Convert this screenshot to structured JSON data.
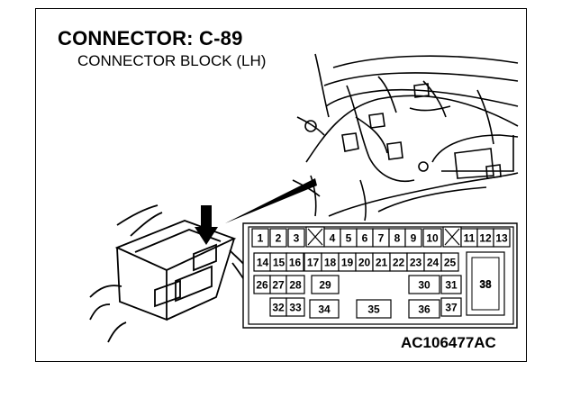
{
  "diagram": {
    "title": "CONNECTOR: C-89",
    "subtitle": "CONNECTOR BLOCK (LH)",
    "figure_id": "AC106477AC",
    "pins": {
      "row1": [
        "1",
        "2",
        "3",
        "4",
        "5",
        "6",
        "7",
        "8",
        "9",
        "10",
        "11",
        "12",
        "13"
      ],
      "row2": [
        "14",
        "15",
        "16",
        "17",
        "18",
        "19",
        "20",
        "21",
        "22",
        "23",
        "24",
        "25"
      ],
      "row3": [
        "26",
        "27",
        "28",
        "29",
        "30",
        "31"
      ],
      "row4": [
        "32",
        "33",
        "34",
        "35",
        "36",
        "37"
      ],
      "big": "38"
    }
  }
}
